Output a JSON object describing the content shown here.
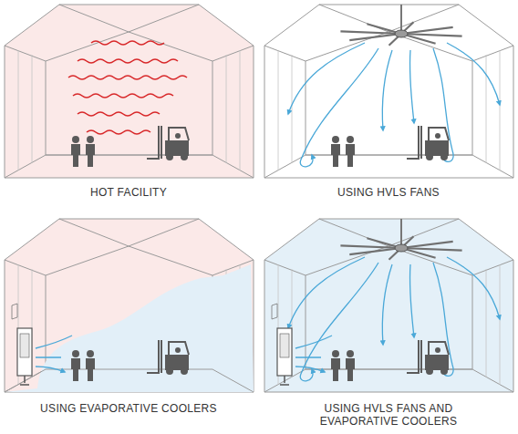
{
  "diagram": {
    "labels": [
      "HOT FACILITY",
      "USING HVLS FANS",
      "USING EVAPORATIVE COOLERS",
      "USING HVLS FANS AND EVAPORATIVE COOLERS"
    ]
  }
}
